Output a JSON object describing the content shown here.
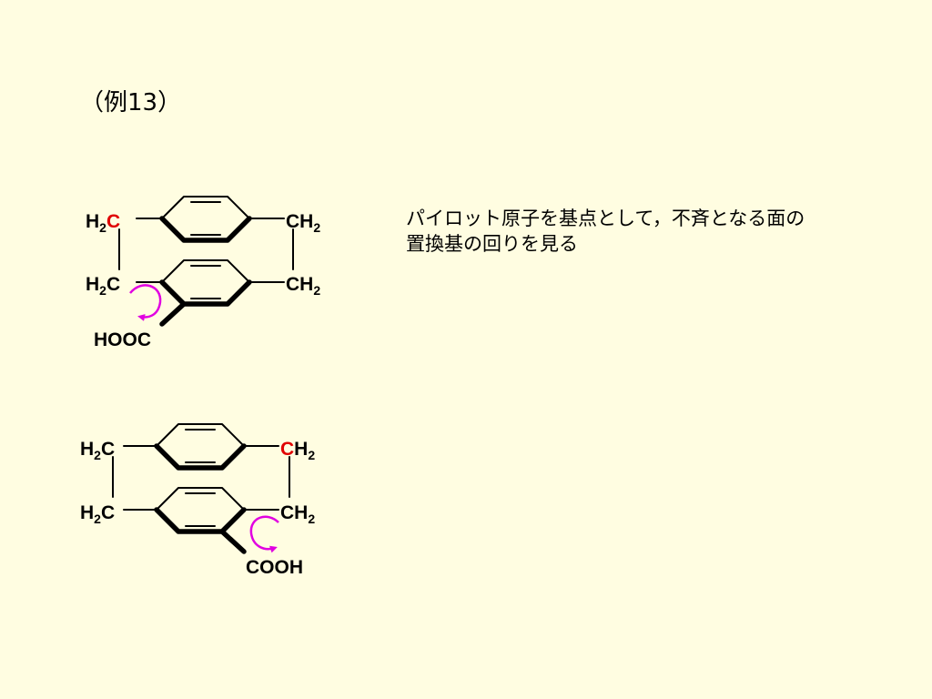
{
  "title": "（例13）",
  "caption": {
    "line1": "パイロット原子を基点として，不斉となる面の",
    "line2": "置換基の回りを見る"
  },
  "molecule_1": {
    "top_left": {
      "pre": "H",
      "sub": "2",
      "pilot": "C"
    },
    "top_right": {
      "main": "CH",
      "sub": "2"
    },
    "bottom_left": {
      "main": "H",
      "sub": "2",
      "post": "C"
    },
    "bottom_right": {
      "main": "CH",
      "sub": "2"
    },
    "substituent": "HOOC"
  },
  "molecule_2": {
    "top_left": {
      "pre": "H",
      "sub": "2",
      "post": "C"
    },
    "top_right": {
      "pilot": "C",
      "main": "H",
      "sub": "2"
    },
    "bottom_left": {
      "pre": "H",
      "sub": "2",
      "post": "C"
    },
    "bottom_right": {
      "main": "CH",
      "sub": "2"
    },
    "substituent": "COOH"
  },
  "colors": {
    "background": "#FFFDE1",
    "pilot_atom": "#E00000",
    "arrow": "#E100E1"
  }
}
